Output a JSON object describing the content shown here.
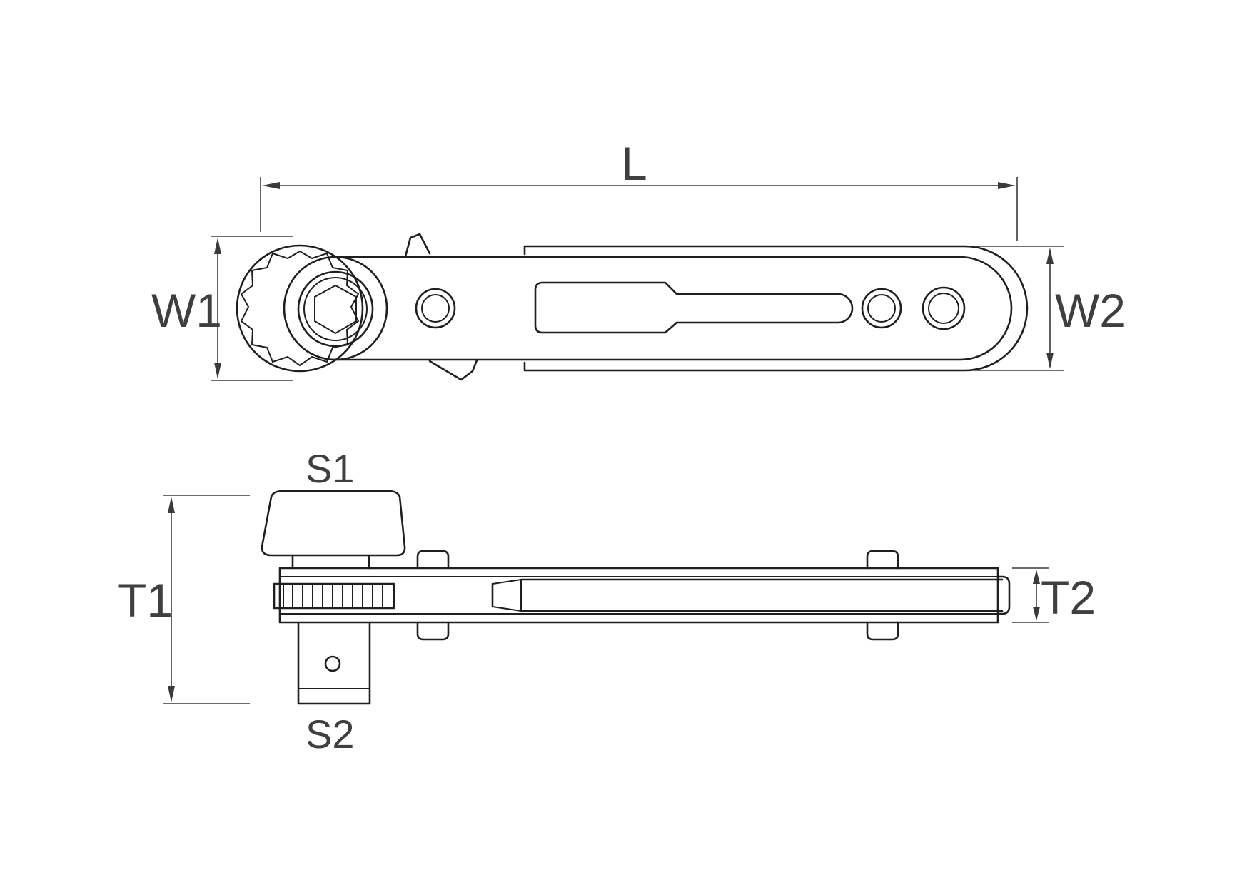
{
  "labels": {
    "length": "L",
    "width_head": "W1",
    "width_handle": "W2",
    "square_top": "S1",
    "square_bottom": "S2",
    "thickness_head": "T1",
    "thickness_handle": "T2"
  }
}
